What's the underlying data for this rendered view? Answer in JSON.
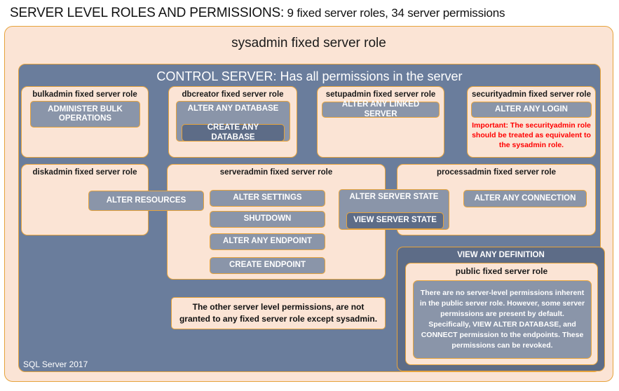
{
  "header": {
    "title": "SERVER LEVEL ROLES AND PERMISSIONS:",
    "subtitle": "9 fixed server roles, 34 server permissions"
  },
  "sysadmin": {
    "label": "sysadmin  fixed  server  role"
  },
  "control_server": {
    "label": "CONTROL SERVER: Has all permissions in the server"
  },
  "roles": {
    "bulkadmin": {
      "label": "bulkadmin  fixed server role",
      "perm_1": "ADMINISTER  BULK OPERATIONS"
    },
    "dbcreator": {
      "label": "dbcreator fixed  server  role",
      "perm_1": "ALTER ANY DATABASE",
      "perm_2": "CREATE  ANY DATABASE"
    },
    "setupadmin": {
      "label": "setupadmin  fixed server role",
      "perm_1": "ALTER ANY LINKED SERVER"
    },
    "securityadmin": {
      "label": "securityadmin  fixed server role",
      "perm_1": "ALTER ANY LOGIN",
      "warning": "Important:  The securityadmin role should  be treated  as equivalent to the  sysadmin role."
    },
    "diskadmin": {
      "label": "diskadmin  fixed server role",
      "perm_1": "ALTER RESOURCES"
    },
    "serveradmin": {
      "label": "serveradmin fixed server role",
      "perm_1": "ALTER SETTINGS",
      "perm_2": "SHUTDOWN",
      "perm_3": "ALTER ANY ENDPOINT",
      "perm_4": "CREATE  ENDPOINT",
      "perm_5": "ALTER SERVER  STATE",
      "perm_6": "VIEW SERVER  STATE"
    },
    "processadmin": {
      "label": "processadmin  fixed server role",
      "perm_1": "ALTER ANY CONNECTION"
    },
    "public": {
      "view_any_definition": "VIEW ANY DEFINITION",
      "label": "public  fixed server role",
      "description": "There are no server-level permissions inherent in the public server role. However, some server permissions are present by default. Specifically, VIEW ALTER DATABASE, and CONNECT permission to the endpoints. These permissions can be revoked."
    }
  },
  "note": {
    "text": "The other server level permissions,  are not granted to any fixed server role except sysadmin."
  },
  "footer": {
    "text": "SQL Server 2017"
  },
  "colors": {
    "peach": "#FBE4D5",
    "gold_border": "#E6A33C",
    "slate_blue": "#6A7D9C",
    "permission_fill": "#8A95A9",
    "permission_dark": "#5D6C87",
    "warning_red": "#FF0000",
    "text_dark": "#111111",
    "text_light": "#FFFFFF"
  }
}
